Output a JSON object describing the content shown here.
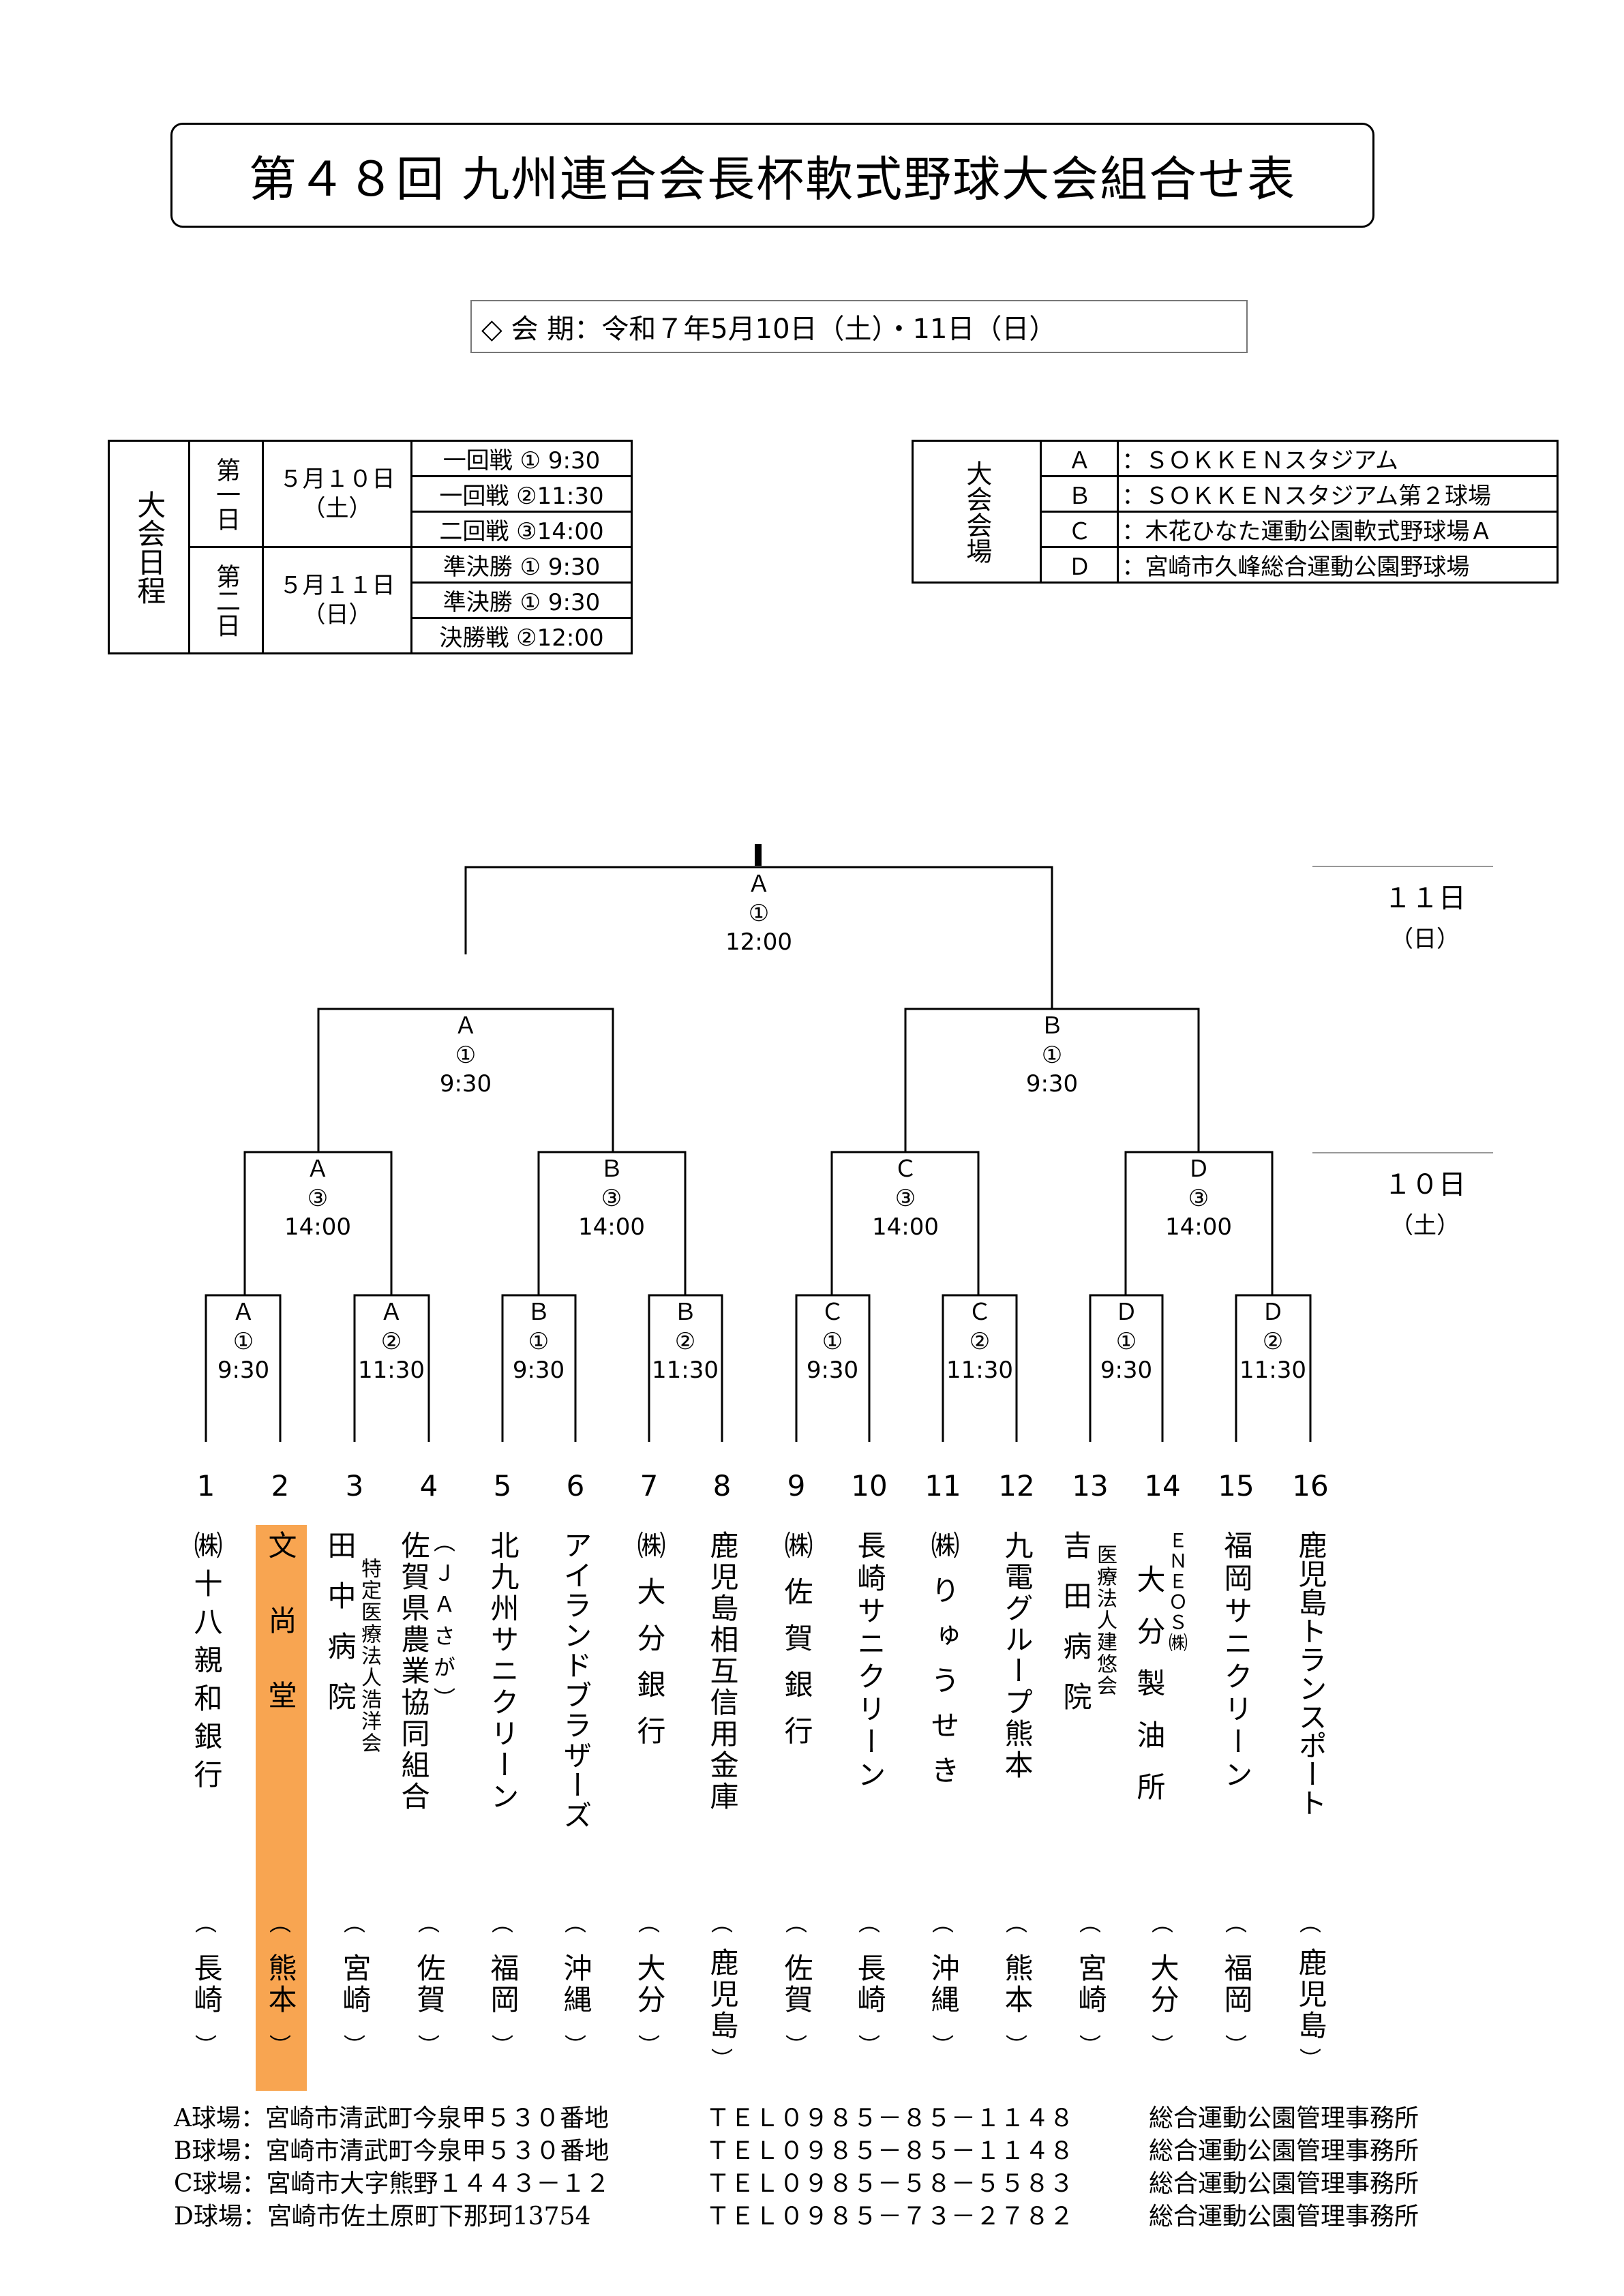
{
  "title": "第４８回 九州連合会長杯軟式野球大会組合せ表",
  "period": "◇ 会 期：令和７年5月10日（土）・11日（日）",
  "schedule": {
    "header": "大会日程",
    "day1": {
      "label": "第一日",
      "date": "５月１０日",
      "dow": "（土）",
      "rounds": [
        "一回戦 ① 9:30",
        "一回戦 ②11:30",
        "二回戦 ③14:00"
      ]
    },
    "day2": {
      "label": "第二日",
      "date": "５月１１日",
      "dow": "（日）",
      "rounds": [
        "準決勝 ① 9:30",
        "準決勝 ① 9:30",
        "決勝戦 ②12:00"
      ]
    }
  },
  "venues": {
    "header": "大会会場",
    "list": [
      {
        "code": "Ａ",
        "name": "ＳＯＫＫＥＮスタジアム"
      },
      {
        "code": "Ｂ",
        "name": "ＳＯＫＫＥＮスタジアム第２球場"
      },
      {
        "code": "Ｃ",
        "name": "木花ひなた運動公園軟式野球場Ａ"
      },
      {
        "code": "Ｄ",
        "name": "宮崎市久峰総合運動公園野球場"
      }
    ]
  },
  "day_labels": {
    "d11": "１１日",
    "d11_dow": "（日）",
    "d10": "１０日",
    "d10_dow": "（土）"
  },
  "final": {
    "venue": "Ａ",
    "num": "①",
    "time": "12:00"
  },
  "semis": [
    {
      "venue": "Ａ",
      "num": "①",
      "time": "9:30"
    },
    {
      "venue": "Ｂ",
      "num": "①",
      "time": "9:30"
    }
  ],
  "quarters": [
    {
      "venue": "Ａ",
      "num": "③",
      "time": "14:00"
    },
    {
      "venue": "Ｂ",
      "num": "③",
      "time": "14:00"
    },
    {
      "venue": "Ｃ",
      "num": "③",
      "time": "14:00"
    },
    {
      "venue": "Ｄ",
      "num": "③",
      "time": "14:00"
    }
  ],
  "firsts": [
    {
      "venue": "Ａ",
      "num": "①",
      "time": "9:30"
    },
    {
      "venue": "Ａ",
      "num": "②",
      "time": "11:30"
    },
    {
      "venue": "Ｂ",
      "num": "①",
      "time": "9:30"
    },
    {
      "venue": "Ｂ",
      "num": "②",
      "time": "11:30"
    },
    {
      "venue": "Ｃ",
      "num": "①",
      "time": "9:30"
    },
    {
      "venue": "Ｃ",
      "num": "②",
      "time": "11:30"
    },
    {
      "venue": "Ｄ",
      "num": "①",
      "time": "9:30"
    },
    {
      "venue": "Ｄ",
      "num": "②",
      "time": "11:30"
    }
  ],
  "teams": [
    {
      "num": "1",
      "name": "㈱十八親和銀行",
      "pref": "長崎"
    },
    {
      "num": "2",
      "name": "文尚堂",
      "pref": "熊本",
      "highlight": true
    },
    {
      "num": "3",
      "name": "田中病院",
      "sub": "特定医療法人浩洋会",
      "pref": "宮崎"
    },
    {
      "num": "4",
      "name": "佐賀県農業協同組合",
      "sub": "（ＪＡさが）",
      "pref": "佐賀"
    },
    {
      "num": "5",
      "name": "北九州サニクリーン",
      "pref": "福岡"
    },
    {
      "num": "6",
      "name": "アイランドブラザーズ",
      "pref": "沖縄"
    },
    {
      "num": "7",
      "name": "㈱大分銀行",
      "pref": "大分"
    },
    {
      "num": "8",
      "name": "鹿児島相互信用金庫",
      "pref": "鹿児島"
    },
    {
      "num": "9",
      "name": "㈱佐賀銀行",
      "pref": "佐賀"
    },
    {
      "num": "10",
      "name": "長崎サニクリーン",
      "pref": "長崎"
    },
    {
      "num": "11",
      "name": "㈱りゅうせき",
      "pref": "沖縄"
    },
    {
      "num": "12",
      "name": "九電グループ熊本",
      "pref": "熊本"
    },
    {
      "num": "13",
      "name": "吉田病院",
      "sub": "医療法人建悠会",
      "pref": "宮崎"
    },
    {
      "num": "14",
      "name": "大分製油所",
      "sub": "ＥＮＥＯＳ㈱",
      "pref": "大分"
    },
    {
      "num": "15",
      "name": "福岡サニクリーン",
      "pref": "福岡"
    },
    {
      "num": "16",
      "name": "鹿児島トランスポート",
      "pref": "鹿児島"
    }
  ],
  "footer": [
    {
      "venue": "A球場：宮崎市清武町今泉甲５３０番地",
      "tel": "ＴＥＬ０９８５－８５－１１４８",
      "org": "総合運動公園管理事務所"
    },
    {
      "venue": "B球場：宮崎市清武町今泉甲５３０番地",
      "tel": "ＴＥＬ０９８５－８５－１１４８",
      "org": "総合運動公園管理事務所"
    },
    {
      "venue": "C球場：宮崎市大字熊野１４４３－１２",
      "tel": "ＴＥＬ０９８５－５８－５５８３",
      "org": "総合運動公園管理事務所"
    },
    {
      "venue": "D球場：宮崎市佐土原町下那珂13754",
      "tel": "ＴＥＬ０９８５－７３－２７８２",
      "org": "総合運動公園管理事務所"
    }
  ],
  "colors": {
    "highlight": "#f8a551",
    "line": "#000000"
  }
}
